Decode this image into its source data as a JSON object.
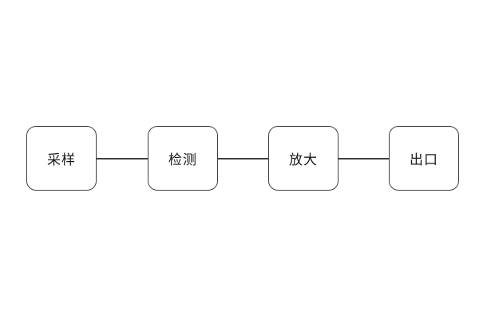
{
  "diagram": {
    "type": "flowchart",
    "direction": "left-to-right",
    "nodes": [
      {
        "id": "sampling",
        "label": "采样"
      },
      {
        "id": "detection",
        "label": "检测"
      },
      {
        "id": "amplify",
        "label": "放大"
      },
      {
        "id": "outlet",
        "label": "出口"
      }
    ],
    "edges": [
      {
        "from": "sampling",
        "to": "detection",
        "style": "plain-line"
      },
      {
        "from": "detection",
        "to": "amplify",
        "style": "plain-line"
      },
      {
        "from": "amplify",
        "to": "outlet",
        "style": "plain-line"
      }
    ]
  },
  "colors": {
    "background": "#ffffff",
    "node_border": "#404040",
    "node_fill": "#ffffff",
    "connector": "#404040",
    "label_text": "#1a1a1a"
  }
}
